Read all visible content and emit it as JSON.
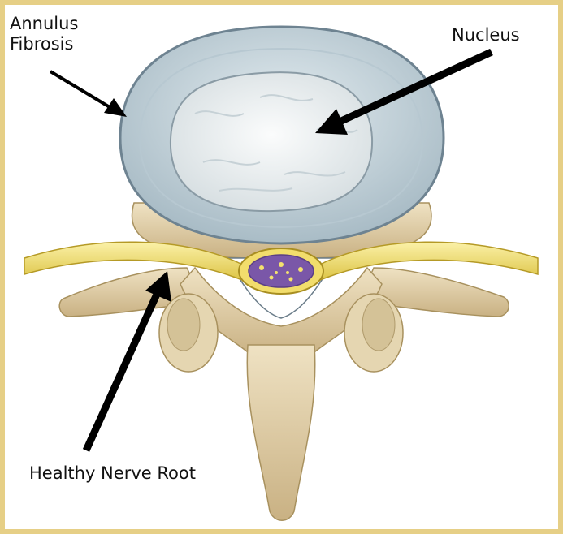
{
  "labels": {
    "annulus": "Annulus\nFibrosis",
    "nucleus": "Nucleus",
    "nerve": "Healthy Nerve Root"
  },
  "icons": {
    "annulus_pointer": "arrow-icon",
    "nucleus_pointer": "arrow-icon",
    "nerve_pointer": "arrow-icon"
  },
  "colors": {
    "border": "#e6cf86",
    "bone": "#ddc9a0",
    "disc_ring": "#c9d7de",
    "nucleus": "#eef1f2",
    "nerve": "#f4e06a",
    "spinal_cord": "#7a57a8",
    "arrow": "#000000"
  }
}
